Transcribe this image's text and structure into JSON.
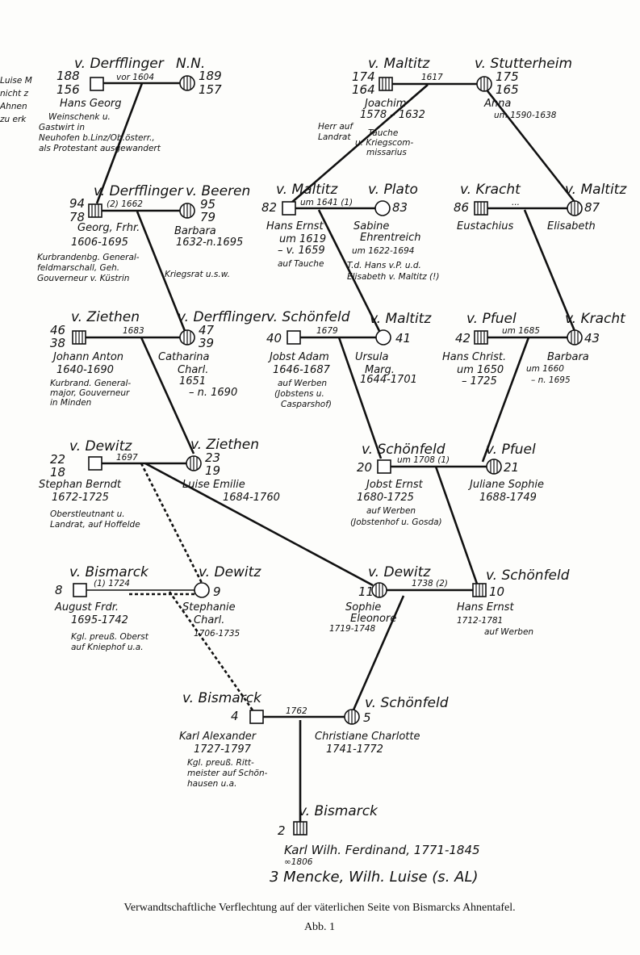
{
  "persons": [
    {
      "id": "p188",
      "family": "v. Derfflinger",
      "nums": [
        "188",
        "156"
      ],
      "name": "Hans Georg",
      "info": [
        "Weinschenk u.",
        "Gastwirt in",
        "Neuhofen b.Linz/Ob.österr.,",
        "als Protestant ausgewandert"
      ]
    },
    {
      "id": "p189",
      "family": "N.N.",
      "nums": [
        "189",
        "157"
      ],
      "name": "",
      "info": []
    },
    {
      "id": "p174",
      "family": "v. Maltitz",
      "nums": [
        "174",
        "164"
      ],
      "name": "Joachim",
      "info": [
        "1578 – 1632",
        "Herr auf",
        "Landrat",
        "Tauche",
        "u. Kriegscom-",
        "missarius"
      ]
    },
    {
      "id": "p175",
      "family": "v. Stutterheim",
      "nums": [
        "175",
        "165"
      ],
      "name": "Anna",
      "info": [
        "um 1590-1638"
      ]
    },
    {
      "id": "p94",
      "family": "v. Derfflinger",
      "nums": [
        "94",
        "78"
      ],
      "name": "Georg, Frhr.",
      "info": [
        "1606-1695",
        "Kurbrandenbg. General-",
        "feldmarschall, Geh.",
        "Gouverneur v. Küstrin",
        "Kriegsrat u.s.w."
      ]
    },
    {
      "id": "p95",
      "family": "v. Beeren",
      "nums": [
        "95",
        "79"
      ],
      "name": "Barbara",
      "info": [
        "1632-n.1695"
      ]
    },
    {
      "id": "p82",
      "family": "v. Maltitz",
      "nums": [
        "82"
      ],
      "name": "Hans Ernst",
      "info": [
        "um 1619",
        "– v. 1659",
        "auf Tauche"
      ]
    },
    {
      "id": "p83",
      "family": "v. Plato",
      "nums": [
        "83"
      ],
      "name": "Sabine",
      "info": [
        "Ehrentreich",
        "um 1622-1694",
        "T.d. Hans v.P. u.d.",
        "Elisabeth v. Maltitz (!)"
      ]
    },
    {
      "id": "p86",
      "family": "v. Kracht",
      "nums": [
        "86"
      ],
      "name": "Eustachius",
      "info": []
    },
    {
      "id": "p87",
      "family": "v. Maltitz",
      "nums": [
        "87"
      ],
      "name": "Elisabeth",
      "info": []
    },
    {
      "id": "p46",
      "family": "v. Ziethen",
      "nums": [
        "46",
        "38"
      ],
      "name": "Johann Anton",
      "info": [
        "1640-1690",
        "Kurbrand. General-",
        "major, Gouverneur",
        "in Minden"
      ]
    },
    {
      "id": "p47",
      "family": "v. Derfflinger",
      "nums": [
        "47",
        "39"
      ],
      "name": "Catharina",
      "info": [
        "Charl.",
        "1651",
        "– n. 1690"
      ]
    },
    {
      "id": "p40",
      "family": "v. Schönfeld",
      "nums": [
        "40"
      ],
      "name": "Jobst Adam",
      "info": [
        "1646-1687",
        "auf Werben",
        "(Jobstens u.",
        "Casparshof)"
      ]
    },
    {
      "id": "p41",
      "family": "v. Maltitz",
      "nums": [
        "41"
      ],
      "name": "Ursula",
      "info": [
        "Marg.",
        "1644-1701"
      ]
    },
    {
      "id": "p42",
      "family": "v. Pfuel",
      "nums": [
        "42"
      ],
      "name": "Hans Christ.",
      "info": [
        "um 1650",
        "– 1725"
      ]
    },
    {
      "id": "p43",
      "family": "v. Kracht",
      "nums": [
        "43"
      ],
      "name": "Barbara",
      "info": [
        "um 1660",
        "– n. 1695"
      ]
    },
    {
      "id": "p22",
      "family": "v. Dewitz",
      "nums": [
        "22",
        "18"
      ],
      "name": "Stephan Berndt",
      "info": [
        "1672-1725",
        "Oberstleutnant u.",
        "Landrat, auf Hoffelde"
      ]
    },
    {
      "id": "p23",
      "family": "v. Ziethen",
      "nums": [
        "23",
        "19"
      ],
      "name": "Luise Emilie",
      "info": [
        "1684-1760"
      ]
    },
    {
      "id": "p20",
      "family": "v. Schönfeld",
      "nums": [
        "20"
      ],
      "name": "Jobst Ernst",
      "info": [
        "1680-1725",
        "auf Werben",
        "(Jobstenhof u. Gosda)"
      ]
    },
    {
      "id": "p21",
      "family": "v. Pfuel",
      "nums": [
        "21"
      ],
      "name": "Juliane Sophie",
      "info": [
        "1688-1749"
      ]
    },
    {
      "id": "p8",
      "family": "v. Bismarck",
      "nums": [
        "8"
      ],
      "name": "August Frdr.",
      "info": [
        "1695-1742",
        "Kgl. preuß. Oberst",
        "auf Kniephof u.a."
      ]
    },
    {
      "id": "p9",
      "family": "v. Dewitz",
      "nums": [
        "9"
      ],
      "name": "Stephanie",
      "info": [
        "Charl.",
        "1706-1735"
      ]
    },
    {
      "id": "p11",
      "family": "v. Dewitz",
      "nums": [
        "11"
      ],
      "name": "Sophie",
      "info": [
        "Eleonore",
        "1719-1748"
      ]
    },
    {
      "id": "p10",
      "family": "v. Schönfeld",
      "nums": [
        "10"
      ],
      "name": "Hans Ernst",
      "info": [
        "1712-1781",
        "auf Werben"
      ]
    },
    {
      "id": "p4",
      "family": "v. Bismarck",
      "nums": [
        "4"
      ],
      "name": "Karl Alexander",
      "info": [
        "1727-1797",
        "Kgl. preuß. Ritt-",
        "meister auf Schön-",
        "hausen u.a."
      ]
    },
    {
      "id": "p5",
      "family": "v. Schönfeld",
      "nums": [
        "5"
      ],
      "name": "Christiane Charlotte",
      "info": [
        "1741-1772"
      ]
    },
    {
      "id": "p2",
      "family": "v. Bismarck",
      "nums": [
        "2"
      ],
      "name": "Karl Wilh. Ferdinand, 1771-1845",
      "info": [
        "∞1806",
        "3 Mencke, Wilh. Luise (s. AL)"
      ]
    }
  ],
  "marriages": [
    {
      "id": "m188",
      "label": "vor 1604"
    },
    {
      "id": "m174",
      "label": "1617"
    },
    {
      "id": "m94",
      "label": "(2) 1662"
    },
    {
      "id": "m82",
      "label": "um 1641 (1)"
    },
    {
      "id": "m86",
      "label": "..."
    },
    {
      "id": "m46",
      "label": "1683"
    },
    {
      "id": "m40",
      "label": "1679"
    },
    {
      "id": "m42",
      "label": "um 1685"
    },
    {
      "id": "m22",
      "label": "1697"
    },
    {
      "id": "m20",
      "label": "um 1708 (1)"
    },
    {
      "id": "m8",
      "label": "(1) 1724"
    },
    {
      "id": "m11",
      "label": "1738 (2)"
    },
    {
      "id": "m4",
      "label": "1762"
    }
  ],
  "caption": {
    "line1": "Verwandtschaftliche Verflechtung auf der väterlichen Seite von Bismarcks Ahnentafel.",
    "line2": "Abb. 1"
  },
  "margin_text": [
    "Luise M",
    "nicht z",
    "Ahnen",
    "zu erk"
  ]
}
